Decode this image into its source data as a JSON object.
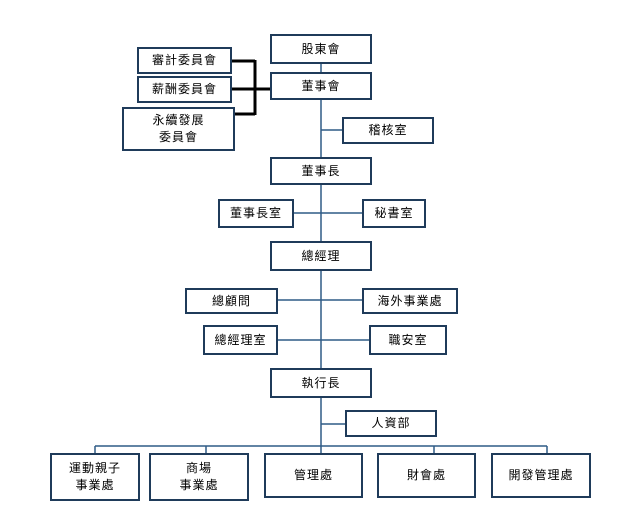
{
  "org_chart": {
    "shareholders_meeting": "股東會",
    "audit_committee": "審計委員會",
    "remuneration_committee": "薪酬委員會",
    "sustainability_committee": "永續發展\n委員會",
    "board_of_directors": "董事會",
    "audit_office": "稽核室",
    "chairman": "董事長",
    "chairman_office": "董事長室",
    "secretary_office": "秘書室",
    "general_manager": "總經理",
    "consultant": "總顧問",
    "overseas_division": "海外事業處",
    "gm_office": "總經理室",
    "occupational_safety_office": "職安室",
    "ceo": "執行長",
    "hr_department": "人資部",
    "divisions": [
      "運動親子\n事業處",
      "商場\n事業處",
      "管理處",
      "財會處",
      "開發管理處"
    ]
  },
  "colors": {
    "box_border": "#1f3b5a",
    "line": "#2f5b86",
    "committee_bracket": "#000000"
  }
}
